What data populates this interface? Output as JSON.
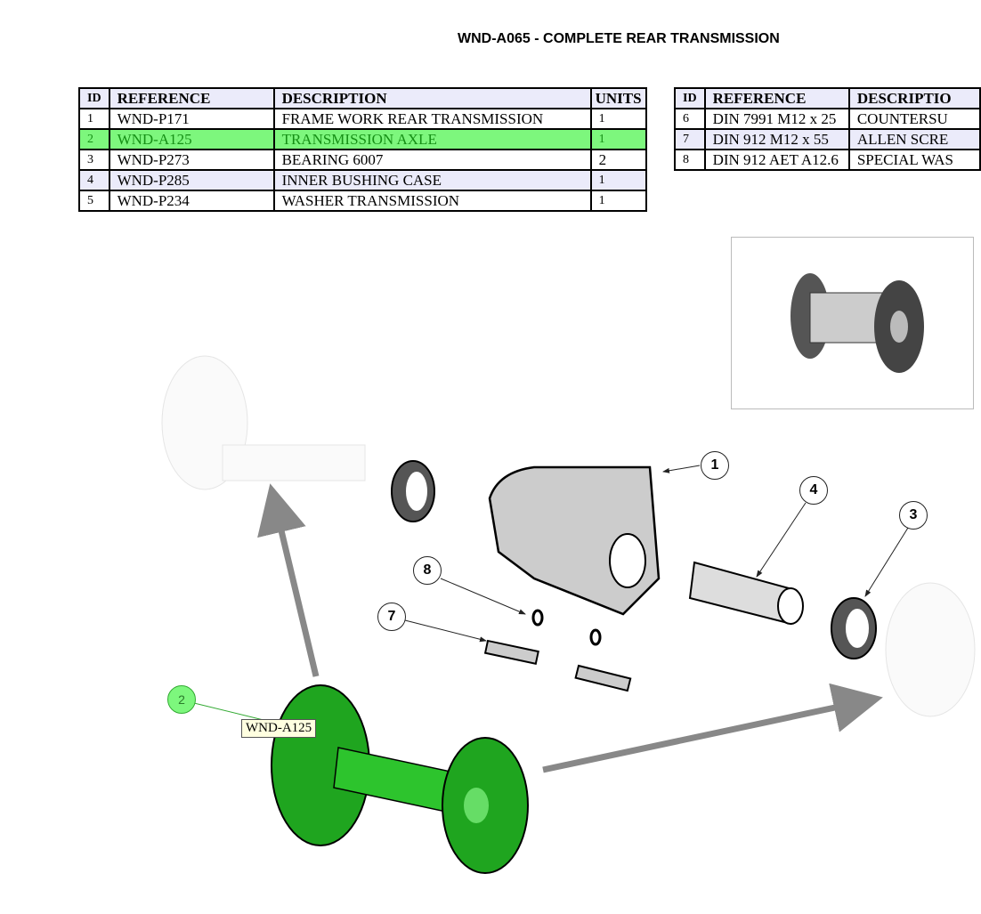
{
  "title": "WND-A065 - COMPLETE REAR TRANSMISSION",
  "table_left": {
    "headers": [
      "ID",
      "REFERENCE",
      "DESCRIPTION",
      "UNITS"
    ],
    "rows": [
      {
        "id": "1",
        "reference": "WND-P171",
        "description": "FRAME WORK REAR TRANSMISSION",
        "units": "1"
      },
      {
        "id": "2",
        "reference": "WND-A125",
        "description": "TRANSMISSION AXLE",
        "units": "1"
      },
      {
        "id": "3",
        "reference": "WND-P273",
        "description": "BEARING 6007",
        "units": "2"
      },
      {
        "id": "4",
        "reference": "WND-P285",
        "description": "INNER BUSHING CASE",
        "units": "1"
      },
      {
        "id": "5",
        "reference": "WND-P234",
        "description": "WASHER TRANSMISSION",
        "units": "1"
      }
    ]
  },
  "table_right": {
    "headers": [
      "ID",
      "REFERENCE",
      "DESCRIPTIO"
    ],
    "rows": [
      {
        "id": "6",
        "reference": "DIN 7991 M12 x 25",
        "description": "COUNTERSU"
      },
      {
        "id": "7",
        "reference": "DIN 912 M12 x 55",
        "description": "ALLEN SCRE"
      },
      {
        "id": "8",
        "reference": "DIN 912 AET A12.6",
        "description": "SPECIAL WAS"
      }
    ]
  },
  "balloons": {
    "b1": "1",
    "b2": "2",
    "b3": "3",
    "b4": "4",
    "b7": "7",
    "b8": "8"
  },
  "tooltip": "WND-A125",
  "colors": {
    "highlight": "#7df77d",
    "highlight_text": "#169016",
    "part_green": "#1fa51f",
    "arrow": "#888888"
  }
}
